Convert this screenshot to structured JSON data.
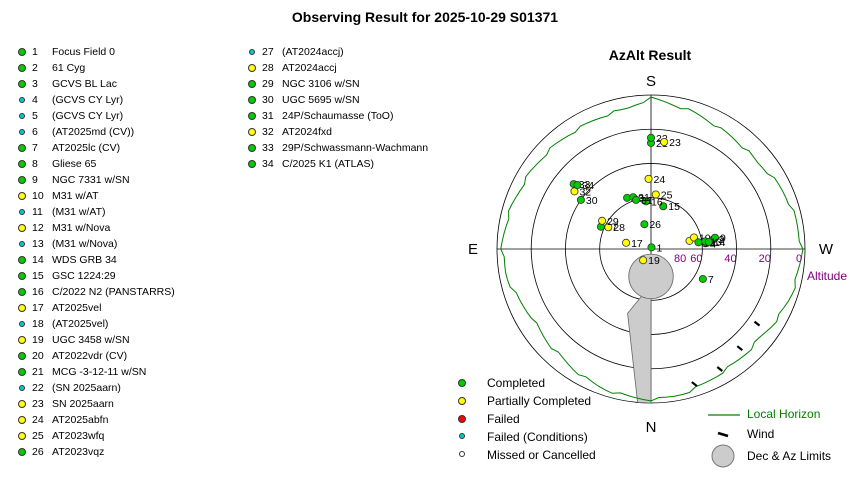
{
  "title": "Observing Result for 2025-10-29 S01371",
  "colors": {
    "completed": "#00cc00",
    "partial": "#ffff00",
    "failed": "#ff0000",
    "failed_conditions": "#00cccc",
    "missed": "#ffffff",
    "horizon": "#008000",
    "altitude_label": "#800080",
    "limits_fill": "#cccccc"
  },
  "targets_col1": [
    {
      "id": "1",
      "name": "Focus Field 0",
      "status": "completed"
    },
    {
      "id": "2",
      "name": "61 Cyg",
      "status": "completed"
    },
    {
      "id": "3",
      "name": "GCVS BL Lac",
      "status": "completed"
    },
    {
      "id": "4",
      "name": "(GCVS CY Lyr)",
      "status": "failed_conditions"
    },
    {
      "id": "5",
      "name": "(GCVS CY Lyr)",
      "status": "failed_conditions"
    },
    {
      "id": "6",
      "name": "(AT2025md (CV))",
      "status": "failed_conditions"
    },
    {
      "id": "7",
      "name": "AT2025lc (CV)",
      "status": "completed"
    },
    {
      "id": "8",
      "name": "Gliese 65",
      "status": "completed"
    },
    {
      "id": "9",
      "name": "NGC 7331 w/SN",
      "status": "completed"
    },
    {
      "id": "10",
      "name": "M31 w/AT",
      "status": "partial"
    },
    {
      "id": "11",
      "name": "(M31 w/AT)",
      "status": "failed_conditions"
    },
    {
      "id": "12",
      "name": "M31 w/Nova",
      "status": "partial"
    },
    {
      "id": "13",
      "name": "(M31 w/Nova)",
      "status": "failed_conditions"
    },
    {
      "id": "14",
      "name": "WDS GRB 34",
      "status": "completed"
    },
    {
      "id": "15",
      "name": "GSC 1224:29",
      "status": "completed"
    },
    {
      "id": "16",
      "name": "C/2022 N2 (PANSTARRS)",
      "status": "completed"
    },
    {
      "id": "17",
      "name": "AT2025vel",
      "status": "partial"
    },
    {
      "id": "18",
      "name": "(AT2025vel)",
      "status": "failed_conditions"
    },
    {
      "id": "19",
      "name": "UGC 3458 w/SN",
      "status": "partial"
    },
    {
      "id": "20",
      "name": "AT2022vdr (CV)",
      "status": "completed"
    },
    {
      "id": "21",
      "name": "MCG -3-12-11 w/SN",
      "status": "completed"
    },
    {
      "id": "22",
      "name": "(SN 2025aarn)",
      "status": "failed_conditions"
    },
    {
      "id": "23",
      "name": "SN 2025aarn",
      "status": "partial"
    },
    {
      "id": "24",
      "name": "AT2025abfn",
      "status": "partial"
    },
    {
      "id": "25",
      "name": "AT2023wfq",
      "status": "partial"
    },
    {
      "id": "26",
      "name": "AT2023vqz",
      "status": "completed"
    }
  ],
  "targets_col2": [
    {
      "id": "27",
      "name": "(AT2024accj)",
      "status": "failed_conditions"
    },
    {
      "id": "28",
      "name": "AT2024accj",
      "status": "partial"
    },
    {
      "id": "29",
      "name": "NGC 3106 w/SN",
      "status": "completed"
    },
    {
      "id": "30",
      "name": "UGC 5695 w/SN",
      "status": "completed"
    },
    {
      "id": "31",
      "name": "24P/Schaumasse (ToO)",
      "status": "completed"
    },
    {
      "id": "32",
      "name": "AT2024fxd",
      "status": "partial"
    },
    {
      "id": "33",
      "name": "29P/Schwassmann-Wachmann",
      "status": "completed"
    },
    {
      "id": "34",
      "name": "C/2025 K1 (ATLAS)",
      "status": "completed"
    }
  ],
  "legend": {
    "completed": "Completed",
    "partial": "Partially Completed",
    "failed": "Failed",
    "failed_conditions": "Failed (Conditions)",
    "missed": "Missed or Cancelled",
    "local_horizon": "Local Horizon",
    "wind": "Wind",
    "limits": "Dec & Az Limits"
  },
  "chart_data": {
    "type": "scatter",
    "title": "AzAlt Result",
    "projection": "polar-azimuth-altitude",
    "compass": {
      "S": "S",
      "N": "N",
      "E": "E",
      "W": "W"
    },
    "altitude_axis_label": "Altitude",
    "altitude_ticks": [
      0,
      20,
      40,
      60,
      80
    ],
    "altitude_tick_labels": [
      "0",
      "20",
      "40",
      "60",
      "80"
    ],
    "azimuth_convention": "0 = N (bottom), 90 = E (left), 180 = S (top), 270 = W (right)",
    "points": [
      {
        "id": "1",
        "az": 196,
        "alt": 89,
        "status": "completed"
      },
      {
        "id": "2",
        "az": 261,
        "alt": 53,
        "status": "completed"
      },
      {
        "id": "4",
        "az": 264,
        "alt": 58,
        "status": "completed"
      },
      {
        "id": "7",
        "az": 300,
        "alt": 55,
        "status": "completed"
      },
      {
        "id": "9",
        "az": 260,
        "alt": 52,
        "status": "completed"
      },
      {
        "id": "10",
        "az": 258,
        "alt": 67,
        "status": "partial"
      },
      {
        "id": "10",
        "az": 255,
        "alt": 64,
        "status": "partial"
      },
      {
        "id": "12",
        "az": 262,
        "alt": 62,
        "status": "completed"
      },
      {
        "id": "13",
        "az": 262,
        "alt": 58,
        "status": "completed"
      },
      {
        "id": "14",
        "az": 263,
        "alt": 56,
        "status": "completed"
      },
      {
        "id": "15",
        "az": 196,
        "alt": 64,
        "status": "completed"
      },
      {
        "id": "16",
        "az": 174,
        "alt": 62,
        "status": "completed"
      },
      {
        "id": "17",
        "az": 104,
        "alt": 75,
        "status": "partial"
      },
      {
        "id": "19",
        "az": 35,
        "alt": 82,
        "status": "partial"
      },
      {
        "id": "20",
        "az": 155,
        "alt": 57,
        "status": "completed"
      },
      {
        "id": "21",
        "az": 180,
        "alt": 28,
        "status": "completed"
      },
      {
        "id": "22",
        "az": 180,
        "alt": 25,
        "status": "completed"
      },
      {
        "id": "23",
        "az": 187,
        "alt": 27,
        "status": "partial"
      },
      {
        "id": "24",
        "az": 178,
        "alt": 49,
        "status": "partial"
      },
      {
        "id": "25",
        "az": 185,
        "alt": 58,
        "status": "partial"
      },
      {
        "id": "26",
        "az": 165,
        "alt": 75,
        "status": "completed"
      },
      {
        "id": "27",
        "az": 114,
        "alt": 58,
        "status": "completed"
      },
      {
        "id": "28",
        "az": 117,
        "alt": 62,
        "status": "partial"
      },
      {
        "id": "29",
        "az": 120,
        "alt": 57,
        "status": "partial"
      },
      {
        "id": "30",
        "az": 125,
        "alt": 40,
        "status": "completed"
      },
      {
        "id": "31",
        "az": 161,
        "alt": 58,
        "status": "completed"
      },
      {
        "id": "31",
        "az": 163,
        "alt": 60,
        "status": "completed"
      },
      {
        "id": "32",
        "az": 127,
        "alt": 34,
        "status": "partial"
      },
      {
        "id": "33",
        "az": 130,
        "alt": 31,
        "status": "completed"
      },
      {
        "id": "34",
        "az": 131,
        "alt": 33,
        "status": "completed"
      }
    ],
    "local_horizon_alt_deg": [
      [
        0,
        2
      ],
      [
        20,
        4
      ],
      [
        40,
        8
      ],
      [
        60,
        10
      ],
      [
        80,
        4
      ],
      [
        90,
        3
      ],
      [
        100,
        4
      ],
      [
        115,
        6
      ],
      [
        130,
        7
      ],
      [
        150,
        8
      ],
      [
        170,
        7
      ],
      [
        180,
        2
      ],
      [
        190,
        5
      ],
      [
        210,
        9
      ],
      [
        230,
        10
      ],
      [
        250,
        5
      ],
      [
        270,
        2
      ],
      [
        290,
        4
      ],
      [
        310,
        8
      ],
      [
        330,
        7
      ],
      [
        350,
        3
      ],
      [
        360,
        2
      ]
    ],
    "dec_az_limits": {
      "zenith_circle_center": {
        "az": 0,
        "alt": 74
      },
      "zenith_circle_radius_deg": 13,
      "wedge": [
        [
          0,
          70
        ],
        [
          10,
          63
        ],
        [
          20,
          50
        ],
        [
          5,
          0
        ],
        [
          0,
          0
        ]
      ]
    },
    "wind_marks": [
      {
        "az": 305,
        "alt": 14
      },
      {
        "az": 318,
        "alt": 12
      },
      {
        "az": 330,
        "alt": 9
      },
      {
        "az": 342,
        "alt": 7
      }
    ]
  }
}
